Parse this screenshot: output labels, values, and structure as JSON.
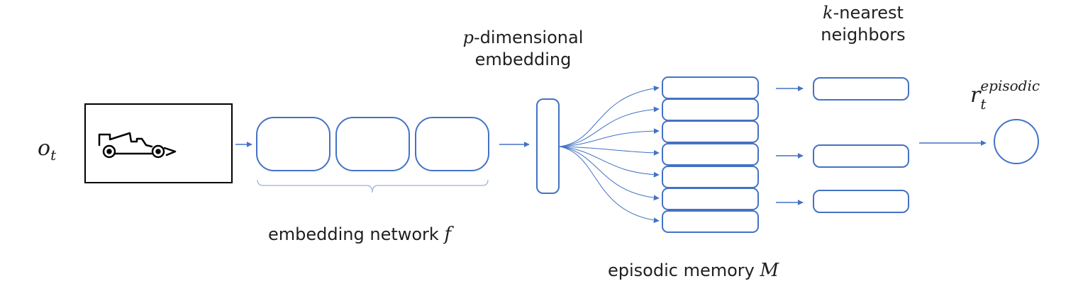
{
  "observation": {
    "symbol": "o",
    "subscript": "t"
  },
  "embedding_network": {
    "label": "embedding network",
    "symbol": "f"
  },
  "embedding": {
    "symbol": "p",
    "line1_suffix": "-dimensional",
    "line2": "embedding"
  },
  "episodic_memory": {
    "label": "episodic memory",
    "symbol": "M"
  },
  "knn": {
    "symbol": "k",
    "line1_suffix": "-nearest",
    "line2": "neighbors"
  },
  "reward": {
    "symbol": "r",
    "subscript": "t",
    "superscript": "episodic"
  },
  "colors": {
    "accent": "#4472C4",
    "box_border": "#000000",
    "text": "#1f1f1f"
  },
  "icons": {
    "observation_image": "race-car-icon"
  }
}
